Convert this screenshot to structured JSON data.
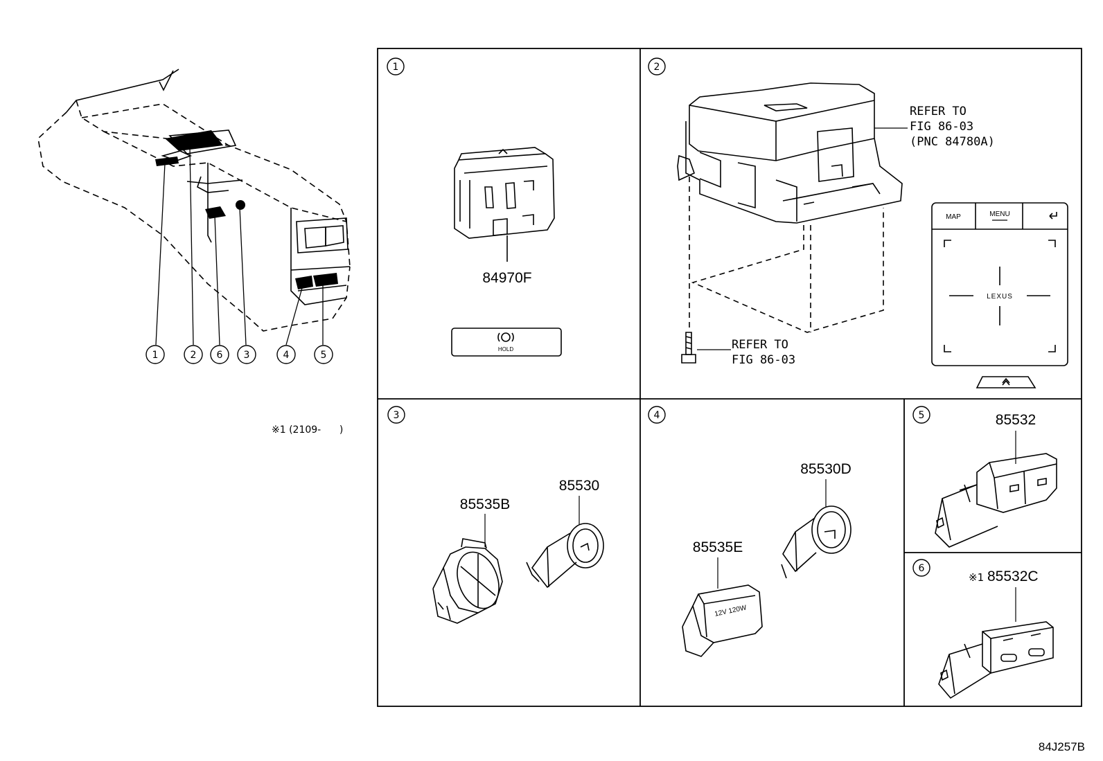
{
  "overview": {
    "callouts": [
      "1",
      "2",
      "6",
      "3",
      "4",
      "5"
    ],
    "note": "※1 (2109-      )"
  },
  "panels": {
    "p1": {
      "num": "1",
      "part": "84970F",
      "button_label": "HOLD"
    },
    "p2": {
      "num": "2",
      "refer_top": [
        "REFER TO",
        "FIG 86-03",
        "(PNC 84780A)"
      ],
      "refer_bottom": [
        "REFER TO",
        "FIG 86-03"
      ],
      "touchpad": {
        "btn_map": "MAP",
        "btn_menu": "MENU",
        "logo": "LEXUS"
      }
    },
    "p3": {
      "num": "3",
      "part_a": "85535B",
      "part_b": "85530"
    },
    "p4": {
      "num": "4",
      "part_a": "85530D",
      "part_b": "85535E",
      "cap_label": "12V 120W"
    },
    "p5": {
      "num": "5",
      "part": "85532"
    },
    "p6": {
      "num": "6",
      "prefix": "※1",
      "part": "85532C"
    }
  },
  "diagram_id": "84J257B"
}
